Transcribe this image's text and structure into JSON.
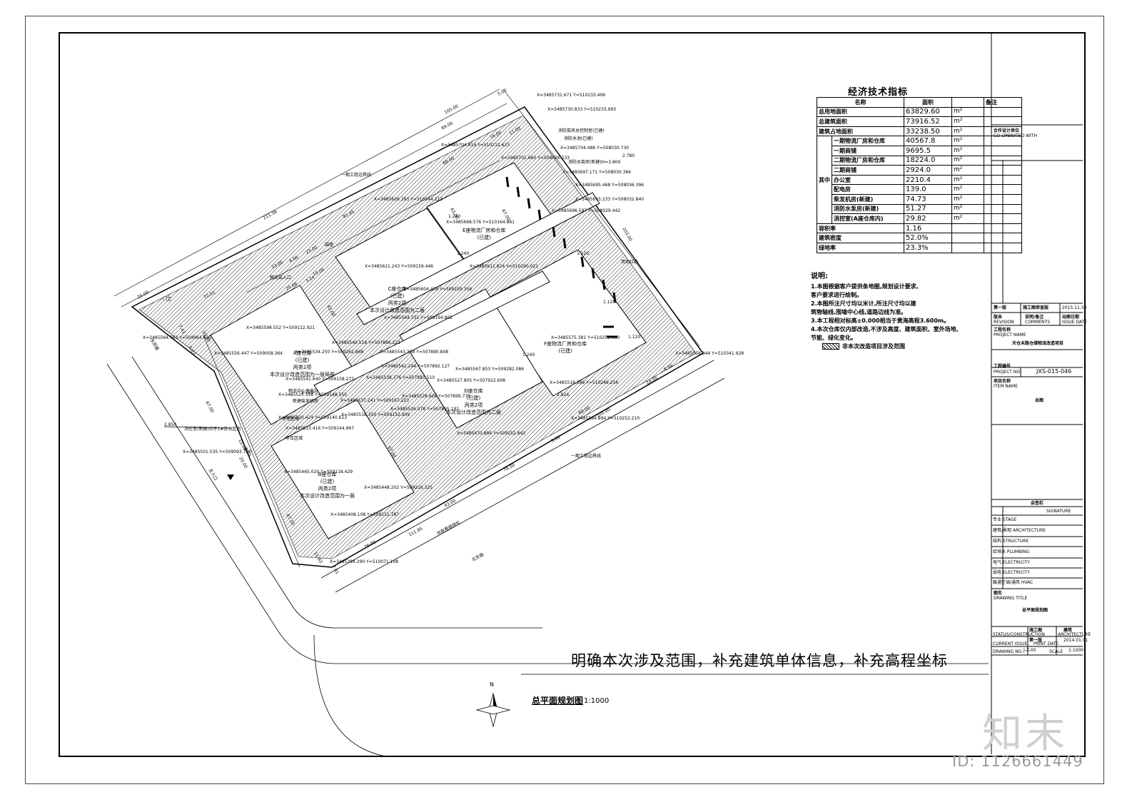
{
  "tech_table": {
    "title": "经济技术指标",
    "headers": {
      "name": "名称",
      "area": "面积",
      "note": "备注"
    },
    "side_label": "其中",
    "rows": [
      {
        "name": "总用地面积",
        "value": "63829.60",
        "unit": "m²"
      },
      {
        "name": "总建筑面积",
        "value": "73916.52",
        "unit": "m²"
      },
      {
        "name": "建筑占地面积",
        "value": "33238.50",
        "unit": "m²"
      },
      {
        "name": "一期物流厂房和仓库",
        "value": "40567.8",
        "unit": "m²"
      },
      {
        "name": "一期商铺",
        "value": "9695.5",
        "unit": "m²"
      },
      {
        "name": "二期物流厂房和仓库",
        "value": "18224.0",
        "unit": "m²"
      },
      {
        "name": "二期商铺",
        "value": "2924.0",
        "unit": "m²"
      },
      {
        "name": "办公室",
        "value": "2210.4",
        "unit": "m²"
      },
      {
        "name": "配电房",
        "value": "139.0",
        "unit": "m²"
      },
      {
        "name": "柴发机房(新建)",
        "value": "74.73",
        "unit": "m²"
      },
      {
        "name": "消防水泵房(新建)",
        "value": "51.27",
        "unit": "m²"
      },
      {
        "name": "消控室(A座仓库内)",
        "value": "29.82",
        "unit": "m²"
      },
      {
        "name": "容积率",
        "value": "1.16",
        "unit": ""
      },
      {
        "name": "建筑密度",
        "value": "52.0%",
        "unit": ""
      },
      {
        "name": "绿地率",
        "value": "23.3%",
        "unit": ""
      }
    ]
  },
  "notes": {
    "title": "说明:",
    "lines": [
      "1.本图根据客户提供条地图,规划设计要求,",
      "   客户要求进行绘制。",
      "2.本图所注尺寸均以米计,所注尺寸均以建",
      "   筑物轴线,围墙中心线,道路边线为准。",
      "3.本工程相对标高±0.000相当于黄海高程3.600m。",
      "4.本次仓库仅内部改造,不涉及高度、建筑面积、室外场地、",
      "   节能、绿化变化。"
    ],
    "legend": "非本次改造项目涉及范围"
  },
  "remark": "明确本次涉及范围，补充建筑单体信息，补充高程坐标",
  "drawing": {
    "name": "总平面规划图",
    "scale": "1:1000"
  },
  "north": "N",
  "watermark": {
    "brand": "知末",
    "id": "ID: 1126661449"
  },
  "title_block": {
    "cooperated": "合作设计单位",
    "cooperated_en": "CO-OPERATED WITH",
    "rev_row": {
      "no": "第一版",
      "desc": "施工图审查版",
      "date": "2015.11.30"
    },
    "rev_hdr": {
      "a": "版本",
      "a_en": "REVISION",
      "b": "说明/备注",
      "b_en": "COMMENTS",
      "c": "出图日期",
      "c_en": "ISSUE DATE"
    },
    "project_label": "工程名称",
    "project_label_en": "PROJECT NAME",
    "project_name": "天仓末路仓储物流改造项目",
    "project_no_label": "工程编号",
    "project_no_en": "PROJECT NO.",
    "project_no": "JXS-015-046",
    "item_label": "项目名称",
    "item_en": "ITEM NAME",
    "item_name": "总图",
    "sign_title": "会签栏",
    "sign_en": "SIGNATURE",
    "disciplines": [
      "专业 STAGE",
      "建筑/景观 ARCHITECTURE",
      "结构 STRUCTURE",
      "给排水 PLUMBING",
      "电气 ELECTRICITY",
      "弱电 ELECTRICITY",
      "暖通空调/通风 HVAC"
    ],
    "dtitle_label": "图名",
    "dtitle_en": "DRAWING TITLE",
    "dtitle": "总平面规划图",
    "stage": "施工图",
    "stage_en": "STATUS/CONSTRUCTION",
    "discipline": "建筑",
    "discipline_en": "ARCHITECTURE",
    "issue": "第一版",
    "issue_en": "CURRENT ISSUE",
    "print_date": "2014.01.01",
    "print_date_en": "PRINT DATE",
    "drawing_no": "J-Z-00",
    "drawing_no_en": "DRAWING NO.",
    "scale": "1:1000",
    "scale_en": "SCALE"
  },
  "plan_labels": {
    "buildings": [
      {
        "name": "E座物流厂房和仓库",
        "status": "(已建)"
      },
      {
        "name": "C座仓库",
        "status": "(已建)",
        "fire": "丙类2项",
        "scope": "本次设计改造范围为二层"
      },
      {
        "name": "A座仓库",
        "status": "(已建)",
        "fire": "丙类2项",
        "scope": "本次设计改造范围为一层局部"
      },
      {
        "name": "D座仓库",
        "status": "(已建)",
        "fire": "丙类2项",
        "scope": "本次设计改造范围为二层"
      },
      {
        "name": "F座物流厂房和仓库",
        "status": "(已建)"
      },
      {
        "name": "B座仓库",
        "status": "(已建)",
        "fire": "丙类2项",
        "scope": "本次设计改造范围为一层"
      }
    ],
    "misc": [
      "一期工程边界线",
      "围墙",
      "门卫",
      "物流出入口",
      "消防泵房总控制室(已建)",
      "消防水池(已建)",
      "消防水泵房(新建)H=3.800",
      "用地红线",
      "一期工程边界线",
      "市政景观绿化",
      "北京路",
      "东京路",
      "主入口",
      "消控室(新建)位于1#办公区内",
      "物流中心变电站",
      "新建柴发机房",
      "停车区域",
      "停车区域"
    ],
    "dims": [
      "105.00",
      "89.00",
      "68.00",
      "16.00",
      "11.00",
      "5.00",
      "211.39",
      "81.45",
      "72.51",
      "25.00",
      "23.00",
      "4.00",
      "23.00",
      "19.06",
      "20.68",
      "3.24",
      "43.00",
      "63.00",
      "67.00",
      "203.00",
      "67.00",
      "67.00",
      "76.00",
      "76.00",
      "43.00",
      "211.95",
      "105.00",
      "68.00",
      "24.00",
      "8.94",
      "67.00",
      "10.00",
      "6.07",
      "7.43",
      "9.00",
      "2.850",
      "2.780",
      "1.240",
      "1.240",
      "1.120",
      "1.120",
      "1.240",
      "1.120",
      "1.824",
      "2.750",
      "11.83",
      "7.01",
      "15.00",
      "2.50",
      "20.00"
    ],
    "coords": [
      "X=3485731.671 Y=510233.406",
      "X=3485730.833 Y=510233.993",
      "X=3485704.619 Y=510212.623",
      "X=3485701.660 Y=508026.233",
      "X=3485704.486 Y=508030.730",
      "X=3485697.171 Y=508030.366",
      "X=3485695.468 Y=508036.396",
      "X=3485693.233 Y=508032.840",
      "X=3485696.597 Y=508029.442",
      "X=3485626.283 Y=510144.213",
      "X=3485668.576 Y=510164.861",
      "X=3485621.243 Y=509159.446",
      "X=3485604.436 Y=509259.359",
      "X=3485564.331 Y=509194.802",
      "X=3485611.824 Y=510190.021",
      "X=3485598.552 Y=509122.921",
      "X=3485564.763 Y=509964.635",
      "X=3485556.447 Y=509058.364",
      "X=3485534.250 Y=509162.868",
      "X=3485540.518 Y=507886.221",
      "X=3485543.368 Y=507890.808",
      "X=3485541.244 Y=507892.127",
      "X=3485538.376 Y=507887.510",
      "X=3485527.805 Y=507922.608",
      "X=3485567.853 Y=509282.086",
      "X=3485541.640 Y=509158.277",
      "X=3485525.356 Y=509148.555",
      "X=3485520.424 Y=509140.613",
      "X=3485513.416 Y=509144.967",
      "X=3485537.241 Y=509167.223",
      "X=3485528.928 Y=507899.779",
      "X=3485526.078 Y=507895.192",
      "X=3485518.350 Y=509152.909",
      "X=3485575.381 Y=510251.030",
      "X=3485518.399 Y=510249.254",
      "X=3485558.944 Y=510341.928",
      "X=3485584.894 Y=510252.210",
      "X=3485470.894 Y=509252.843",
      "X=3485501.535 Y=509093.720",
      "X=3485465.020 Y=509118.429",
      "X=3485448.202 Y=509216.325",
      "X=3485408.108 Y=509151.787",
      "X=3485394.290 Y=510071.108"
    ]
  }
}
